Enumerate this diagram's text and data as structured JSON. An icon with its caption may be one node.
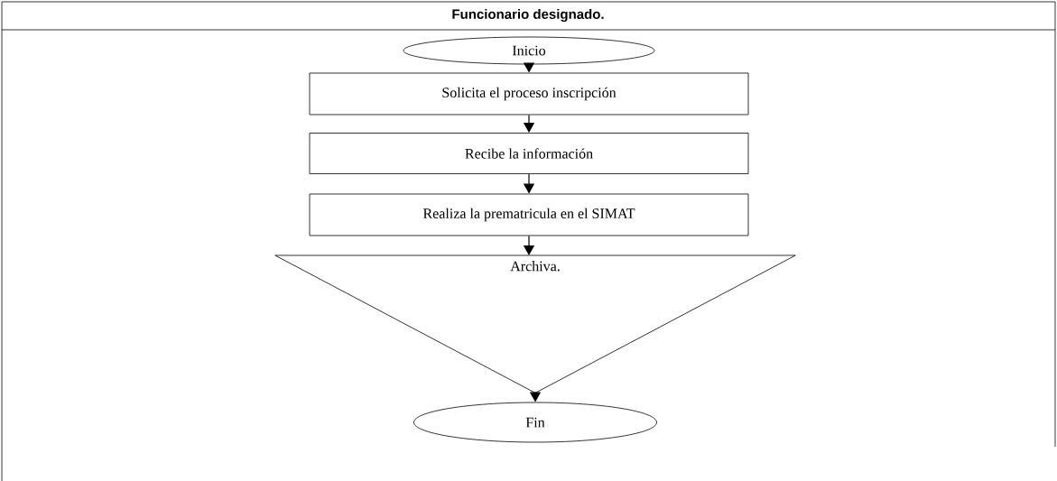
{
  "diagram": {
    "title": "Funcionario designado.",
    "nodes": [
      {
        "text": [
          "Inicio"
        ]
      },
      {
        "text": [
          "Solicita el proceso inscripción"
        ]
      },
      {
        "text": [
          "Recibe la información"
        ]
      },
      {
        "text": [
          "Realiza la prematricula en el  SIMAT"
        ]
      },
      {
        "text": [
          "Archiva."
        ]
      },
      {
        "text": [
          "Fin"
        ]
      }
    ],
    "edges": [
      {
        "from": 0,
        "to": 1,
        "arrow": "to"
      },
      {
        "from": 1,
        "to": 2,
        "arrow": "to"
      },
      {
        "from": 2,
        "to": 3,
        "arrow": "to"
      },
      {
        "from": 3,
        "to": 4,
        "arrow": "to"
      },
      {
        "from": 4,
        "to": 5,
        "arrow": "to"
      }
    ]
  }
}
